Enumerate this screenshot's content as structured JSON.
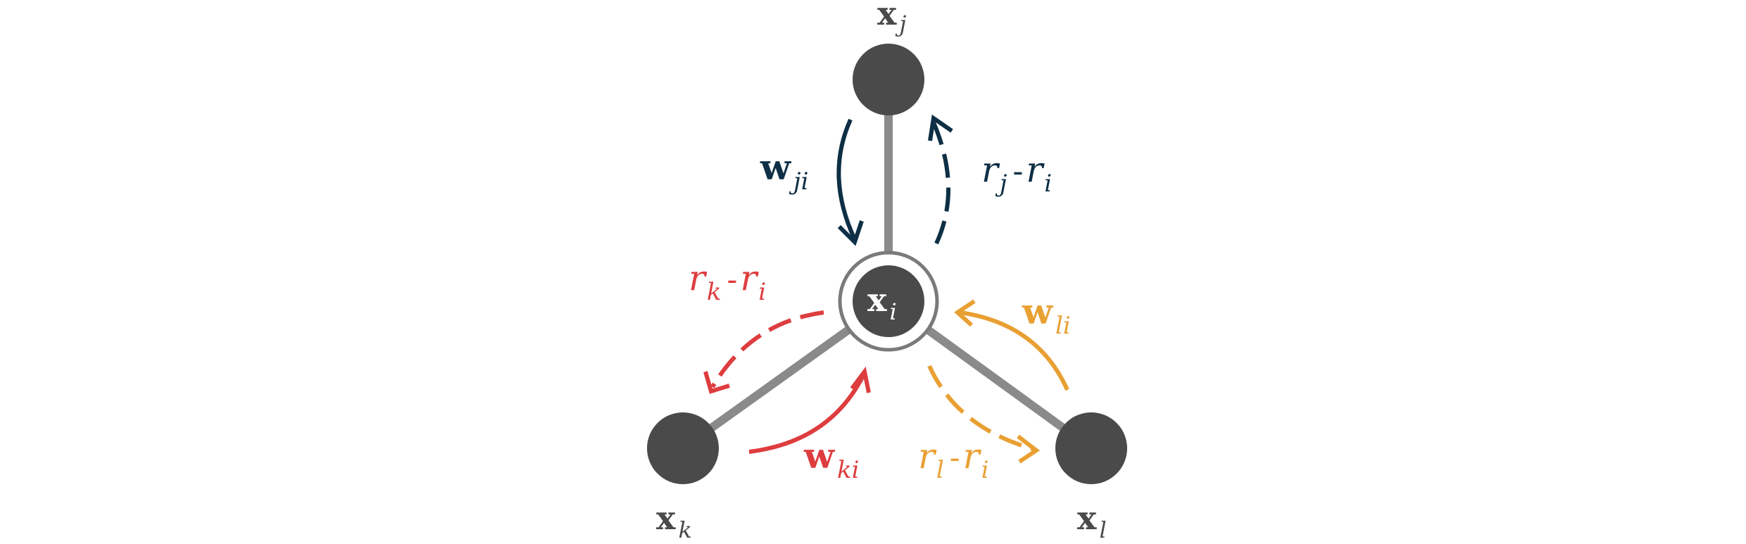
{
  "colors": {
    "node": "#4a4a4a",
    "edge": "#8a8a8a",
    "navy": "#0e2f45",
    "red": "#de3d3f",
    "orange": "#e9a033",
    "label_dark": "#4a4a4a",
    "center_text": "#ffffff"
  },
  "nodes": {
    "center": {
      "base": "x",
      "sub": "i"
    },
    "j": {
      "base": "x",
      "sub": "j"
    },
    "k": {
      "base": "x",
      "sub": "k"
    },
    "l": {
      "base": "x",
      "sub": "l"
    }
  },
  "labels": {
    "w_ji": {
      "base": "w",
      "sub": "ji"
    },
    "r_j": {
      "left": "r",
      "left_sub": "j",
      "dash": "-",
      "right": "r",
      "right_sub": "i"
    },
    "r_k": {
      "left": "r",
      "left_sub": "k",
      "dash": "-",
      "right": "r",
      "right_sub": "i"
    },
    "w_li": {
      "base": "w",
      "sub": "li"
    },
    "w_ki": {
      "base": "w",
      "sub": "ki"
    },
    "r_l": {
      "left": "r",
      "left_sub": "l",
      "dash": "-",
      "right": "r",
      "right_sub": "i"
    }
  }
}
